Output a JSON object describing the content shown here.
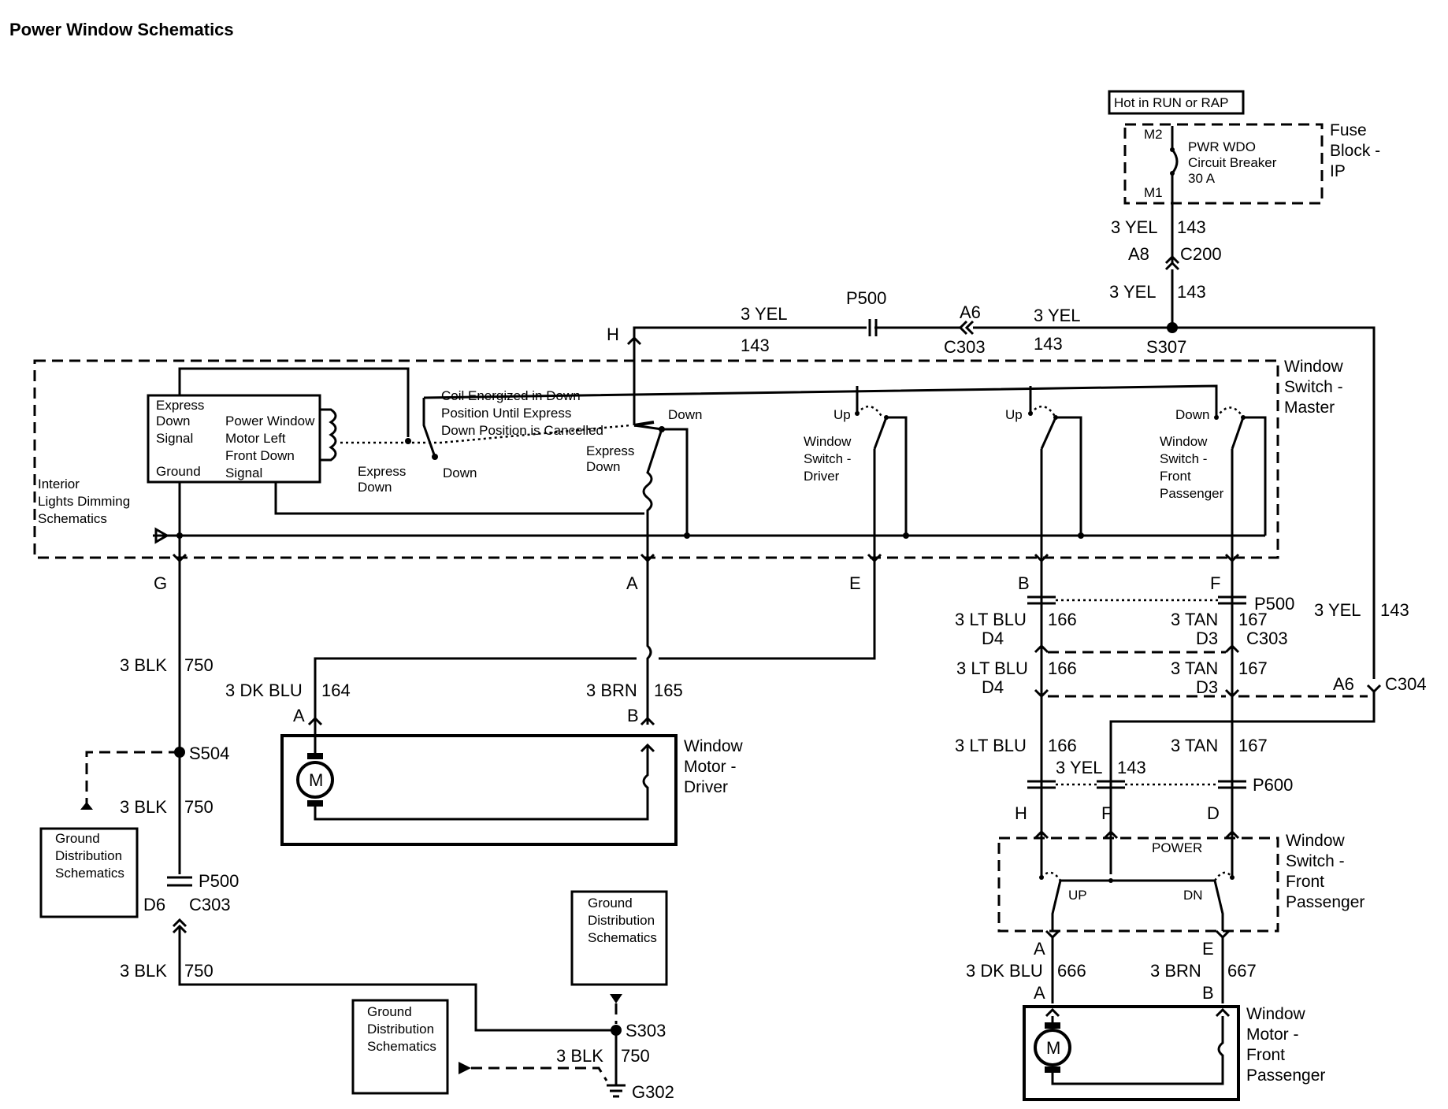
{
  "title": "Power Window Schematics",
  "labels": {
    "hot_in_run": "Hot in RUN or RAP",
    "fuse_block": [
      "Fuse",
      "Block -",
      "IP"
    ],
    "m2": "M2",
    "m1": "M1",
    "breaker": [
      "PWR WDO",
      "Circuit Breaker",
      "30 A"
    ],
    "w_143_a": "3 YEL",
    "n_143_a": "143",
    "pin_a8": "A8",
    "conn_c200": "C200",
    "w_143_b": "3 YEL",
    "n_143_b": "143",
    "w_143_c": "3 YEL",
    "n_143_c": "143",
    "p500_top": "P500",
    "pin_a6_top": "A6",
    "c303_top": "C303",
    "w_143_d": "3 YEL",
    "n_143_d": "143",
    "s307": "S307",
    "pin_h_top": "H",
    "master_switch": [
      "Window",
      "Switch -",
      "Master"
    ],
    "express_block": [
      "Express",
      "Down",
      "Signal"
    ],
    "express_ground": "Ground",
    "motor_signal": [
      "Power Window",
      "Motor Left",
      "Front Down",
      "Signal"
    ],
    "coil_note": [
      "Coil Energized in Down",
      "Position Until Express",
      "Down Position is Cancelled"
    ],
    "express_down_1": [
      "Express",
      "Down"
    ],
    "down_1": "Down",
    "express_down_2": [
      "Express",
      "Down"
    ],
    "down_2": "Down",
    "up_driver": "Up",
    "ws_driver": [
      "Window",
      "Switch -",
      "Driver"
    ],
    "up_3": "Up",
    "down_pass": "Down",
    "ws_front_pass": [
      "Window",
      "Switch -",
      "Front",
      "Passenger"
    ],
    "interior_lights": [
      "Interior",
      "Lights Dimming",
      "Schematics"
    ],
    "pin_g": "G",
    "pin_a": "A",
    "pin_e": "E",
    "pin_b": "B",
    "pin_f": "F",
    "w_750_a": "3 BLK",
    "n_750_a": "750",
    "w_164": "3 DK BLU",
    "n_164": "164",
    "w_165": "3 BRN",
    "n_165": "165",
    "motor_pin_a": "A",
    "motor_pin_b": "B",
    "motor_m": "M",
    "motor_driver": [
      "Window",
      "Motor -",
      "Driver"
    ],
    "s504": "S504",
    "w_750_b": "3 BLK",
    "n_750_b": "750",
    "gnd_dist_1": [
      "Ground",
      "Distribution",
      "Schematics"
    ],
    "p500_left": "P500",
    "pin_d6": "D6",
    "c303_left": "C303",
    "w_750_c": "3 BLK",
    "n_750_c": "750",
    "gnd_dist_2": [
      "Ground",
      "Distribution",
      "Schematics"
    ],
    "gnd_dist_3": [
      "Ground",
      "Distribution",
      "Schematics"
    ],
    "s303": "S303",
    "w_750_d": "3 BLK",
    "n_750_d": "750",
    "g302": "G302",
    "p500_right": "P500",
    "w_166_a": "3 LT BLU",
    "n_166_a": "166",
    "w_167_a": "3 TAN",
    "n_167_a": "167",
    "pin_d4_a": "D4",
    "pin_d3_a": "D3",
    "c303_right": "C303",
    "w_166_b": "3 LT BLU",
    "n_166_b": "166",
    "w_167_b": "3 TAN",
    "n_167_b": "167",
    "pin_d4_b": "D4",
    "pin_d3_b": "D3",
    "pin_a6_c304": "A6",
    "c304": "C304",
    "w_143_e": "3 YEL",
    "n_143_e": "143",
    "w_166_c": "3 LT BLU",
    "n_166_c": "166",
    "w_143_f": "3 YEL",
    "n_143_f": "143",
    "w_167_c": "3 TAN",
    "n_167_c": "167",
    "p600": "P600",
    "pin_h_p600": "H",
    "pin_f_p600": "F",
    "pin_d_p600": "D",
    "power": "POWER",
    "up_fp": "UP",
    "dn_fp": "DN",
    "ws_front_pass_2": [
      "Window",
      "Switch -",
      "Front",
      "Passenger"
    ],
    "pin_a_fp": "A",
    "pin_e_fp": "E",
    "w_666": "3 DK BLU",
    "n_666": "666",
    "w_667": "3 BRN",
    "n_667": "667",
    "pin_a_m2": "A",
    "pin_b_m2": "B",
    "motor_m2": "M",
    "motor_pass": [
      "Window",
      "Motor -",
      "Front",
      "Passenger"
    ]
  }
}
